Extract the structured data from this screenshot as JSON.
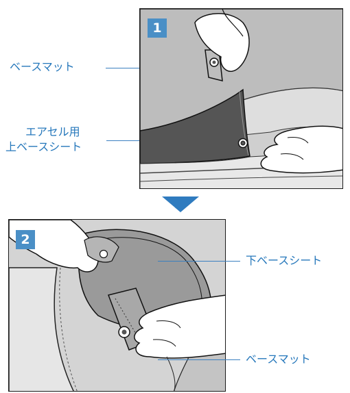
{
  "steps": [
    {
      "number": "1",
      "labels": {
        "base_mat": "ベースマット",
        "aircell_sheet_line1": "エアセル用",
        "aircell_sheet_line2": "上ベースシート"
      }
    },
    {
      "number": "2",
      "labels": {
        "lower_base_sheet": "下ベースシート",
        "base_mat": "ベースマット"
      }
    }
  ],
  "colors": {
    "accent_blue": "#4a8fc6",
    "label_blue": "#2577bb",
    "arrow_blue": "#2f7bbf"
  }
}
